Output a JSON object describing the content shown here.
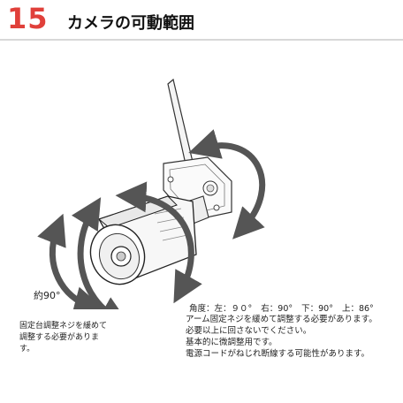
{
  "header": {
    "page_number": "15",
    "title": "カメラの可動範囲",
    "accent_color": "#e0403a"
  },
  "illustration": {
    "subject": "bullet-camera-with-antenna",
    "rotation_label": "約90°"
  },
  "left_note": "固定台調整ネジを緩めて調整する必要があります。",
  "angles": {
    "prefix": "角度：",
    "left": "左：９０°",
    "right": "右：90°",
    "down": "下：90°",
    "up": "上：86°"
  },
  "notes": [
    "アーム固定ネジを緩めて調整する必要があります。",
    "必要以上に回さないでください。",
    "基本的に微調整用です。",
    "電源コードがねじれ断線する可能性があります。"
  ]
}
